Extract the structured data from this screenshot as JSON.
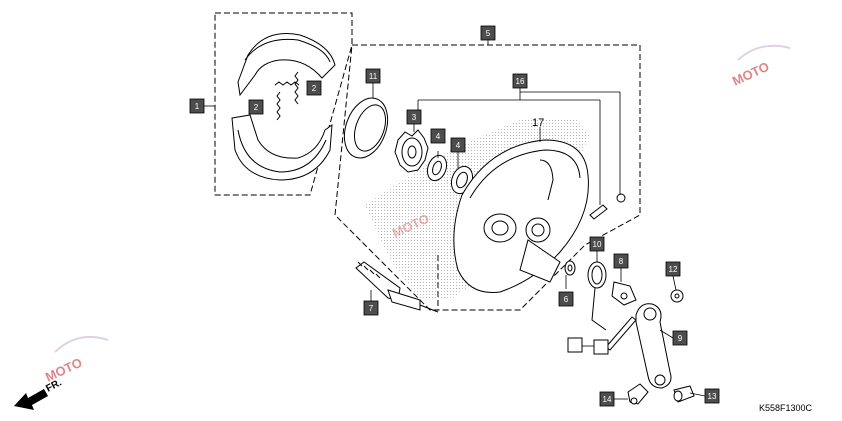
{
  "callouts": [
    {
      "id": "c1",
      "label": "1"
    },
    {
      "id": "c2a",
      "label": "2"
    },
    {
      "id": "c2b",
      "label": "2"
    },
    {
      "id": "c3",
      "label": "3"
    },
    {
      "id": "c4a",
      "label": "4"
    },
    {
      "id": "c4b",
      "label": "4"
    },
    {
      "id": "c5",
      "label": "5"
    },
    {
      "id": "c6",
      "label": "6"
    },
    {
      "id": "c7",
      "label": "7"
    },
    {
      "id": "c8",
      "label": "8"
    },
    {
      "id": "c9",
      "label": "9"
    },
    {
      "id": "c10",
      "label": "10"
    },
    {
      "id": "c11",
      "label": "11"
    },
    {
      "id": "c12",
      "label": "12"
    },
    {
      "id": "c13",
      "label": "13"
    },
    {
      "id": "c14",
      "label": "14"
    },
    {
      "id": "c16",
      "label": "16"
    }
  ],
  "part17_label": "17",
  "direction_label": "FR.",
  "diagram_code": "K558F1300C",
  "watermark_text": "MOTO",
  "colors": {
    "callout_fill": "#4d4d4d",
    "line": "#000000",
    "watermark": "#c4232a",
    "stipple": "#bdbdbd"
  }
}
